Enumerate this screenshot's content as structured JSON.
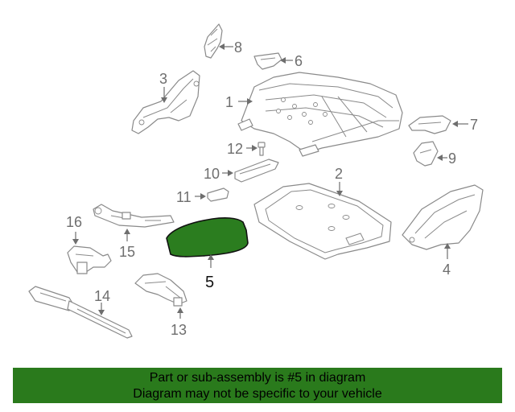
{
  "callouts": {
    "c1": "1",
    "c2": "2",
    "c3": "3",
    "c4": "4",
    "c5": "5",
    "c6": "6",
    "c7": "7",
    "c8": "8",
    "c9": "9",
    "c10": "10",
    "c11": "11",
    "c12": "12",
    "c13": "13",
    "c14": "14",
    "c15": "15",
    "c16": "16"
  },
  "highlighted_part": "5",
  "colors": {
    "highlight_fill": "#2b7d1f",
    "footer_bg": "#2a7a1c",
    "line": "#8a8a8a"
  },
  "footer": {
    "line1": "Part or sub-assembly is #5 in diagram",
    "line2": "Diagram may not be specific to your vehicle"
  }
}
